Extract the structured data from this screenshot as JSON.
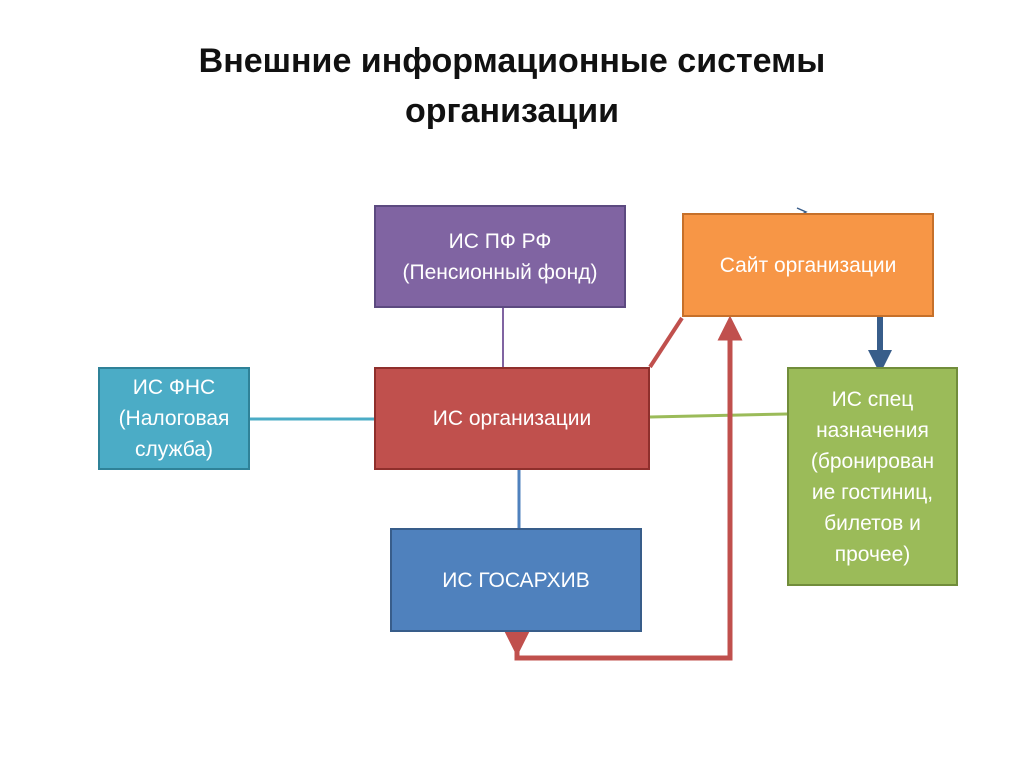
{
  "title": {
    "line1": "Внешние информационные системы",
    "line2": "организации"
  },
  "nodes": {
    "pf": "ИС ПФ РФ\n(Пенсионный фонд)",
    "site": "Сайт организации",
    "fns": "ИС ФНС\n(Налоговая\nслужба)",
    "org": "ИС организации",
    "spec": "ИС спец\nназначения\n(бронирован\nие гостиниц,\nбилетов и\nпрочее)",
    "arch": "ИС  ГОСАРХИВ"
  },
  "colors": {
    "pf": "#8064a2",
    "site": "#f79646",
    "fns": "#4bacc6",
    "org": "#c0504d",
    "spec": "#9bbb59",
    "arch": "#4f81bd",
    "arrow_red": "#c0504d",
    "arrow_blue": "#385d8a"
  }
}
